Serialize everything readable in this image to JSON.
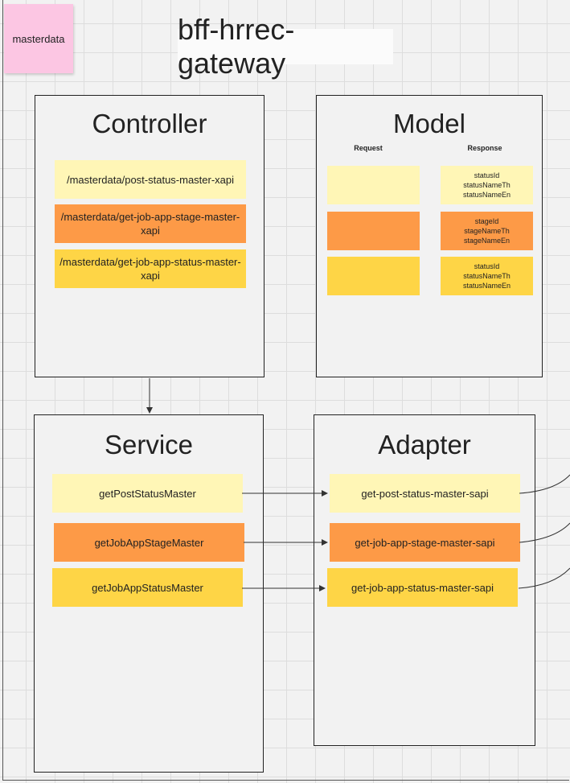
{
  "sticky_note": "masterdata",
  "title": "bff-hrrec-gateway",
  "controller": {
    "title": "Controller",
    "endpoints": [
      "/masterdata/post-status-master-xapi",
      "/masterdata/get-job-app-stage-master-xapi",
      "/masterdata/get-job-app-status-master-xapi"
    ]
  },
  "model": {
    "title": "Model",
    "request_label": "Request",
    "response_label": "Response",
    "responses": [
      [
        "statusId",
        "statusNameTh",
        "statusNameEn"
      ],
      [
        "stageId",
        "stageNameTh",
        "stageNameEn"
      ],
      [
        "statusId",
        "statusNameTh",
        "statusNameEn"
      ]
    ]
  },
  "service": {
    "title": "Service",
    "methods": [
      "getPostStatusMaster",
      "getJobAppStageMaster",
      "getJobAppStatusMaster"
    ]
  },
  "adapter": {
    "title": "Adapter",
    "calls": [
      "get-post-status-master-sapi",
      "get-job-app-stage-master-sapi",
      "get-job-app-status-master-sapi"
    ]
  },
  "colors": {
    "pale_yellow": "#fff6b6",
    "orange": "#fd9a47",
    "yellow": "#fed546",
    "sticky_pink": "#fcc6e3"
  }
}
